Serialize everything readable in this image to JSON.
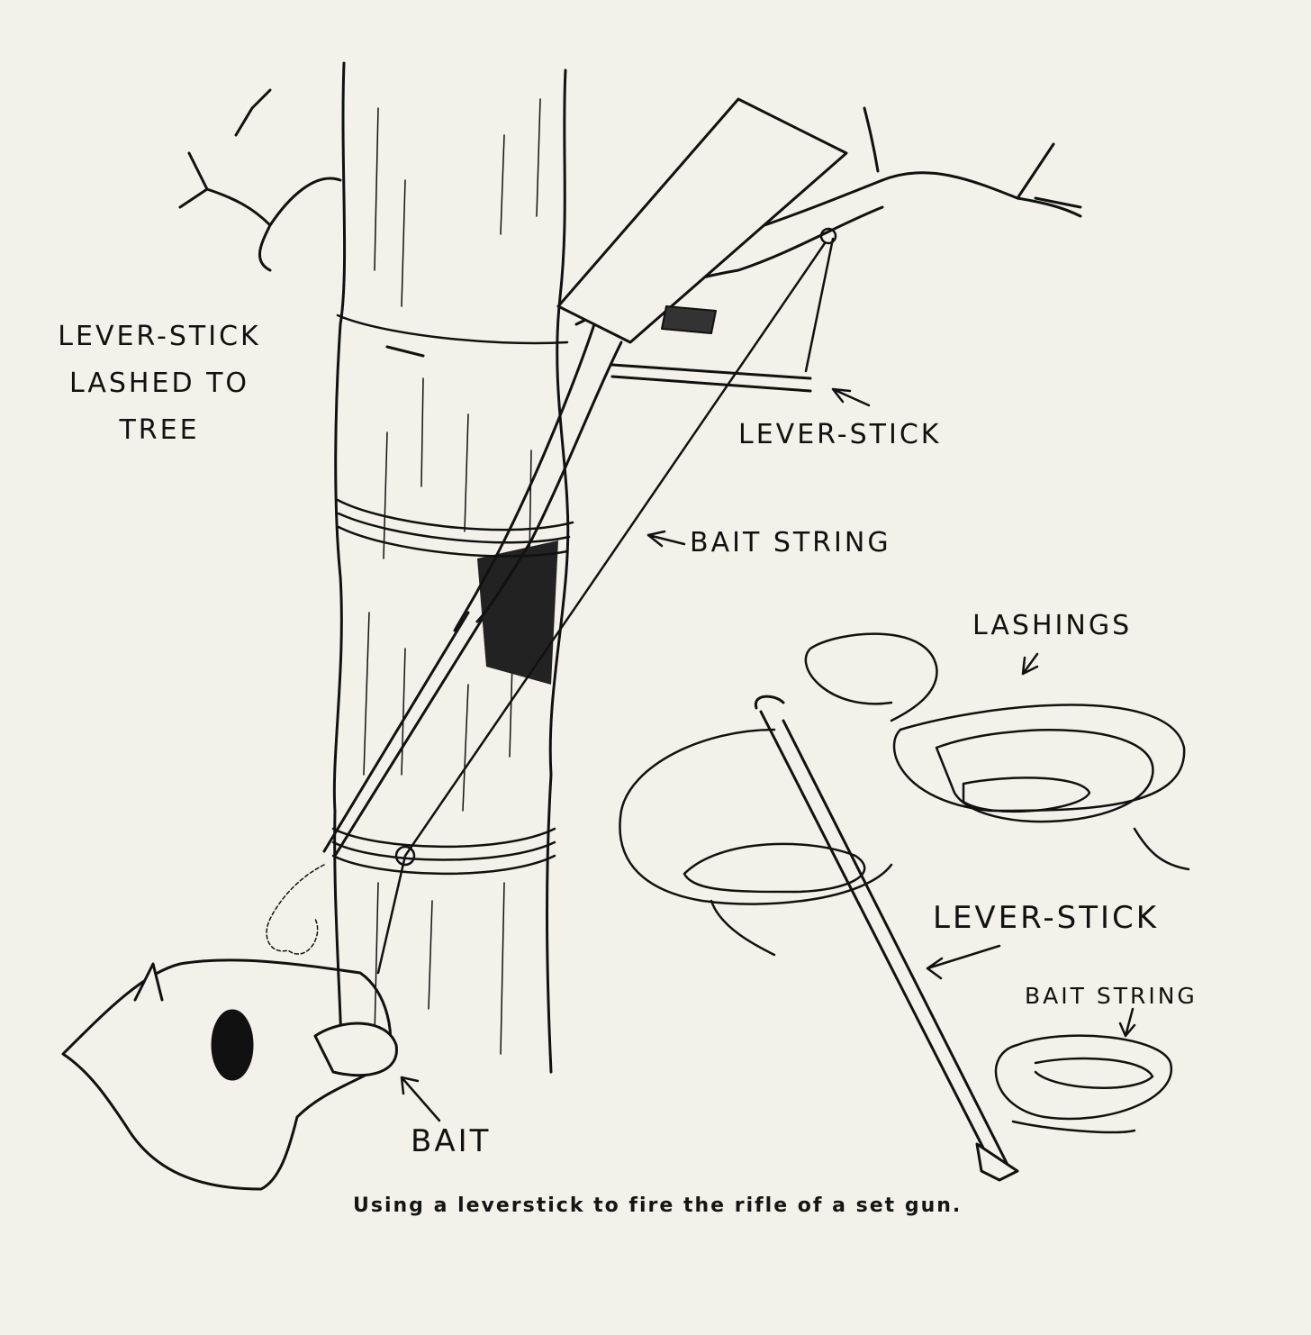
{
  "labels": {
    "lever_stick_lashed": "LEVER-STICK LASHED TO TREE",
    "lever_stick_top": "LEVER-STICK",
    "bait_string_tree": "BAIT STRING",
    "lashings": "LASHINGS",
    "lever_stick_bottom": "LEVER-STICK",
    "bait_string_bottom": "BAIT STRING",
    "bait": "BAIT"
  },
  "caption": "Using a leverstick to fire the rifle of a set gun.",
  "colors": {
    "paper": "#f4f1ea",
    "ink": "#111111"
  }
}
